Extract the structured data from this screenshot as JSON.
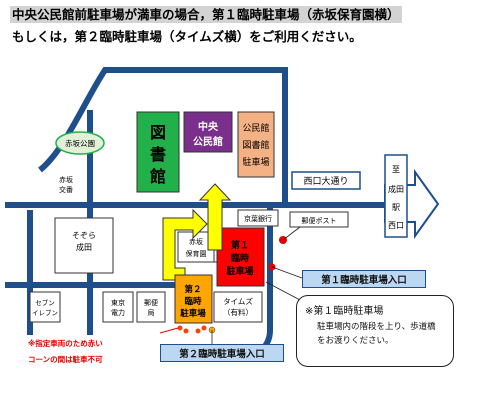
{
  "headline": {
    "line1": "中央公民館前駐車場が満車の場合，第１臨時駐車場（赤坂保育園横）",
    "line2": "もしくは，第２臨時駐車場（タイムズ横）をご利用ください。"
  },
  "map": {
    "library": [
      "図",
      "書",
      "館"
    ],
    "civic_center": [
      "中央",
      "公民館"
    ],
    "civic_parking": [
      "公民館",
      "図書館",
      "駐車場"
    ],
    "akasaka_park": "赤坂公園",
    "akasaka_koban": [
      "赤坂",
      "交番"
    ],
    "nishiguchi_street": "西口大通り",
    "to_station": [
      "至",
      "成田",
      "駅",
      "西口"
    ],
    "keiyo_bank": "京葉銀行",
    "post_box": "郵便ポスト",
    "sozora": [
      "そぞら",
      "成田"
    ],
    "akasaka_nursery": [
      "赤坂",
      "保育園"
    ],
    "lot1": [
      "第１",
      "臨時",
      "駐車場"
    ],
    "lot2": [
      "第２",
      "臨時",
      "駐車場"
    ],
    "times": [
      "タイムズ",
      "（有料）"
    ],
    "seven_eleven": [
      "セブン",
      "イレブン"
    ],
    "tepco": [
      "東京",
      "電力"
    ],
    "post_office": [
      "郵便",
      "局"
    ]
  },
  "entry1": "第１臨時駐車場入口",
  "entry2": "第２臨時駐車場入口",
  "notes": {
    "red1": "※指定車両のため赤い",
    "red2": "コーンの間は駐車不可"
  },
  "callout": {
    "title": "※第１臨時駐車場",
    "body1": "駐車場内の階段を上り、歩道橋",
    "body2": "をお渡りください。"
  },
  "colors": {
    "road": "#1f4e8c",
    "library_green": "#22b04a",
    "civic_purple": "#7b2f8c",
    "parking_orange": "#f4b183",
    "lot1_red": "#ff0000",
    "lot2_orange": "#ffa500",
    "arrow_yellow": "#ffff00",
    "entry_blue": "#bcd7f2"
  }
}
